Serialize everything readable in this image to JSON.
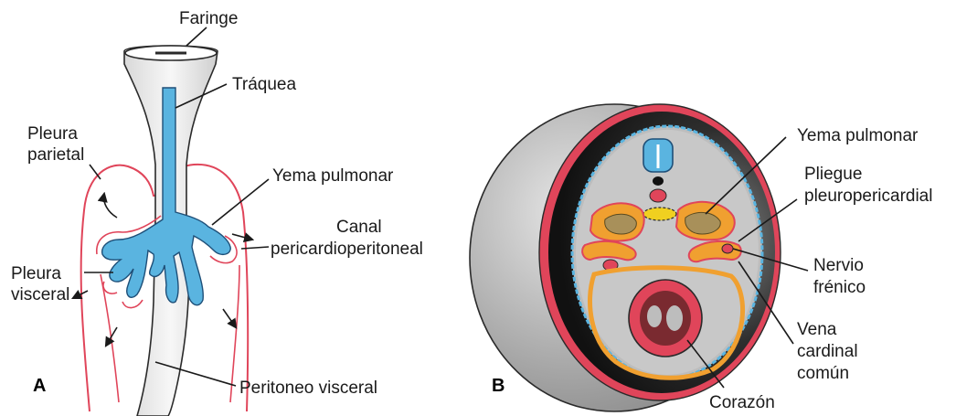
{
  "panels": {
    "a_letter": "A",
    "b_letter": "B"
  },
  "panel_a": {
    "faringe": "Faringe",
    "traquea": "Tráquea",
    "pleura_parietal_1": "Pleura",
    "pleura_parietal_2": "parietal",
    "yema_pulmonar": "Yema pulmonar",
    "canal_1": "Canal",
    "canal_2": "pericardioperitoneal",
    "pleura_visceral_1": "Pleura",
    "pleura_visceral_2": "visceral",
    "peritoneo_visceral": "Peritoneo visceral"
  },
  "panel_b": {
    "yema_pulmonar": "Yema pulmonar",
    "pliegue_1": "Pliegue",
    "pliegue_2": "pleuropericardial",
    "nervio_1": "Nervio",
    "nervio_2": "frénico",
    "vena_1": "Vena",
    "vena_2": "cardinal",
    "vena_3": "común",
    "corazon": "Corazón"
  },
  "colors": {
    "pleura_pink": "#e0455a",
    "lung_blue": "#5ab4e0",
    "lung_tan": "#a8905a",
    "orange_wall": "#f0a030",
    "cavity_dark": "#2a2a2a"
  }
}
